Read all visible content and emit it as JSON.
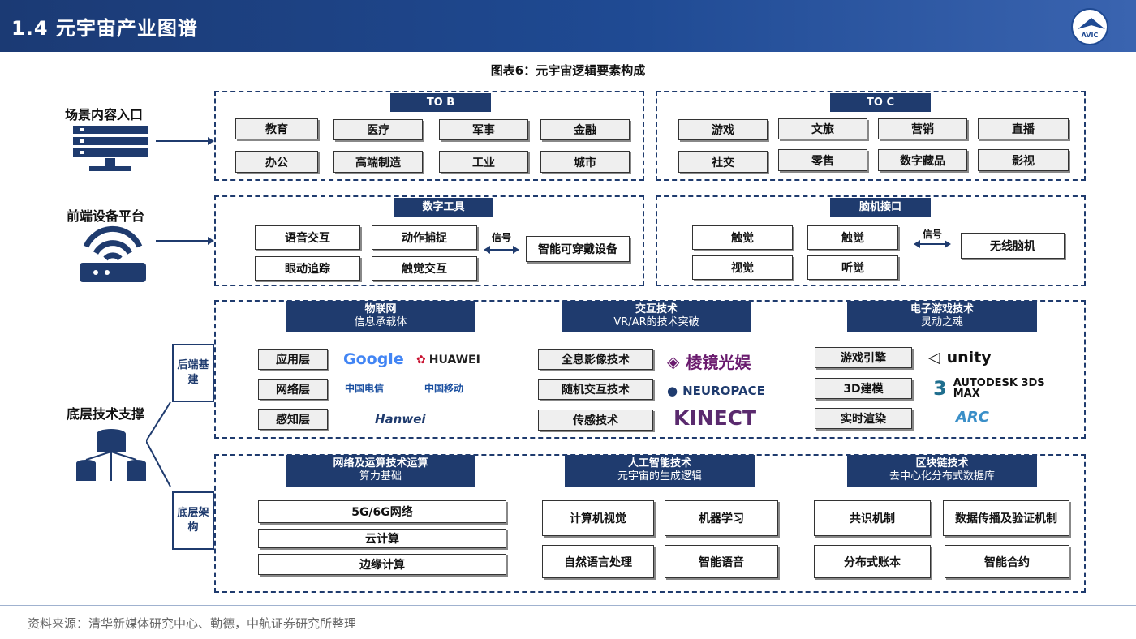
{
  "header": {
    "title": "1.4 元宇宙产业图谱",
    "logo_text": "AVIC"
  },
  "caption": "图表6：元宇宙逻辑要素构成",
  "left": {
    "scene": "场景内容入口",
    "device": "前端设备平台",
    "tech": "底层技术支撑",
    "backend": "后端基建",
    "base": "底层架构"
  },
  "tob": {
    "title": "TO B",
    "items": [
      "教育",
      "医疗",
      "军事",
      "金融",
      "办公",
      "高端制造",
      "工业",
      "城市"
    ]
  },
  "toc": {
    "title": "TO C",
    "items": [
      "游戏",
      "文旅",
      "营销",
      "直播",
      "社交",
      "零售",
      "数字藏品",
      "影视"
    ]
  },
  "digital": {
    "title": "数字工具",
    "items": [
      "语音交互",
      "动作捕捉",
      "眼动追踪",
      "触觉交互"
    ],
    "signal": "信号",
    "target": "智能可穿戴设备"
  },
  "bci": {
    "title": "脑机接口",
    "items": [
      "触觉",
      "触觉",
      "视觉",
      "听觉"
    ],
    "signal": "信号",
    "target": "无线脑机"
  },
  "iot": {
    "title": "物联网",
    "sub": "信息承载体",
    "items": [
      "应用层",
      "网络层",
      "感知层"
    ],
    "brands": [
      "Google",
      "HUAWEI",
      "中国电信",
      "中国移动",
      "Hanwei"
    ]
  },
  "inter": {
    "title": "交互技术",
    "sub": "VR/AR的技术突破",
    "items": [
      "全息影像技术",
      "随机交互技术",
      "传感技术"
    ],
    "brands": [
      "棱镜光娱",
      "NEUROPACE",
      "KINECT"
    ]
  },
  "game": {
    "title": "电子游戏技术",
    "sub": "灵动之魂",
    "items": [
      "游戏引擎",
      "3D建模",
      "实时渲染"
    ],
    "brands": [
      "unity",
      "AUTODESK 3DS MAX",
      "ARC"
    ]
  },
  "net": {
    "title": "网络及运算技术运算",
    "sub": "算力基础",
    "items": [
      "5G/6G网络",
      "云计算",
      "边缘计算"
    ]
  },
  "ai": {
    "title": "人工智能技术",
    "sub": "元宇宙的生成逻辑",
    "items": [
      "计算机视觉",
      "机器学习",
      "自然语言处理",
      "智能语音"
    ]
  },
  "chain": {
    "title": "区块链技术",
    "sub": "去中心化分布式数据库",
    "items": [
      "共识机制",
      "数据传播及验证机制",
      "分布式账本",
      "智能合约"
    ]
  },
  "footer": "资料来源：清华新媒体研究中心、勤德，中航证券研究所整理"
}
